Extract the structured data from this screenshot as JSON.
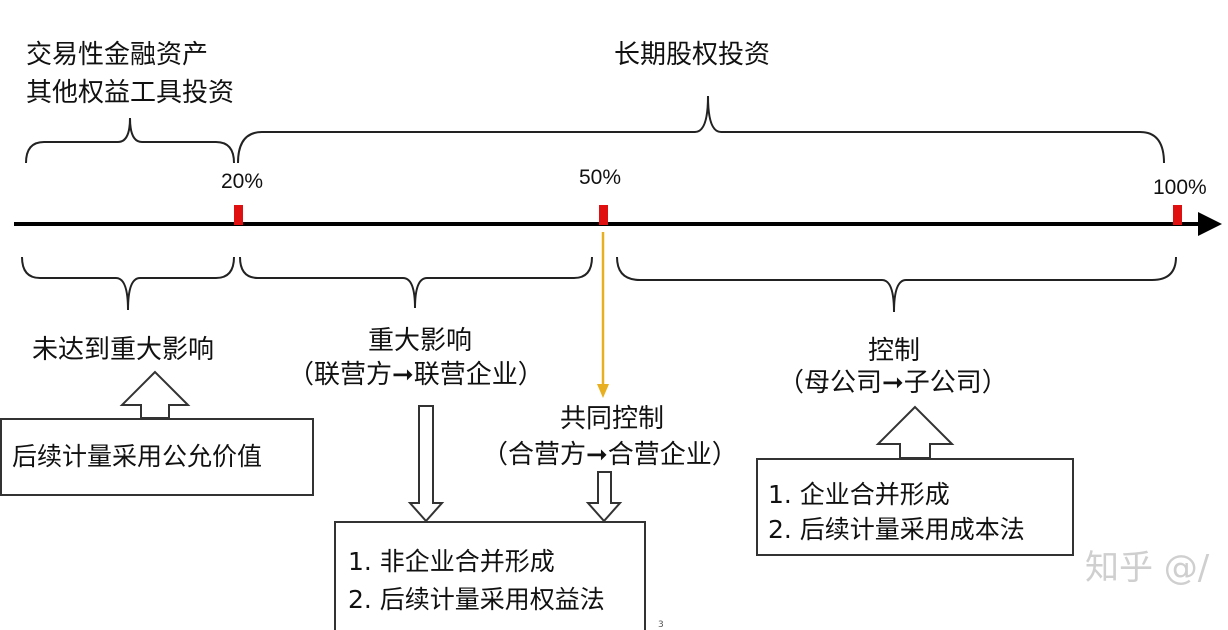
{
  "top_labels": {
    "financial_assets_line1": "交易性金融资产",
    "financial_assets_line2": "其他权益工具投资",
    "long_term_equity": "长期股权投资"
  },
  "percentages": {
    "p20": "20%",
    "p50": "50%",
    "p100": "100%"
  },
  "zones": {
    "no_influence": "未达到重大影响",
    "significant_title": "重大影响",
    "significant_sub": "（联营方➞联营企业）",
    "joint_title": "共同控制",
    "joint_sub": "（合营方➞合营企业）",
    "control_title": "控制",
    "control_sub": "（母公司➞子公司）"
  },
  "boxes": {
    "fair_value": "后续计量采用公允价值",
    "equity_line1": "1. 非企业合并形成",
    "equity_line2": "2. 后续计量采用权益法",
    "cost_line1": "1. 企业合并形成",
    "cost_line2": "2. 后续计量采用成本法"
  },
  "colors": {
    "axis": "#000000",
    "tick_marker": "#e01010",
    "joint_arrow": "#e8b020",
    "bracket": "#222222"
  },
  "watermark": "知乎 @/",
  "page_number": "3"
}
